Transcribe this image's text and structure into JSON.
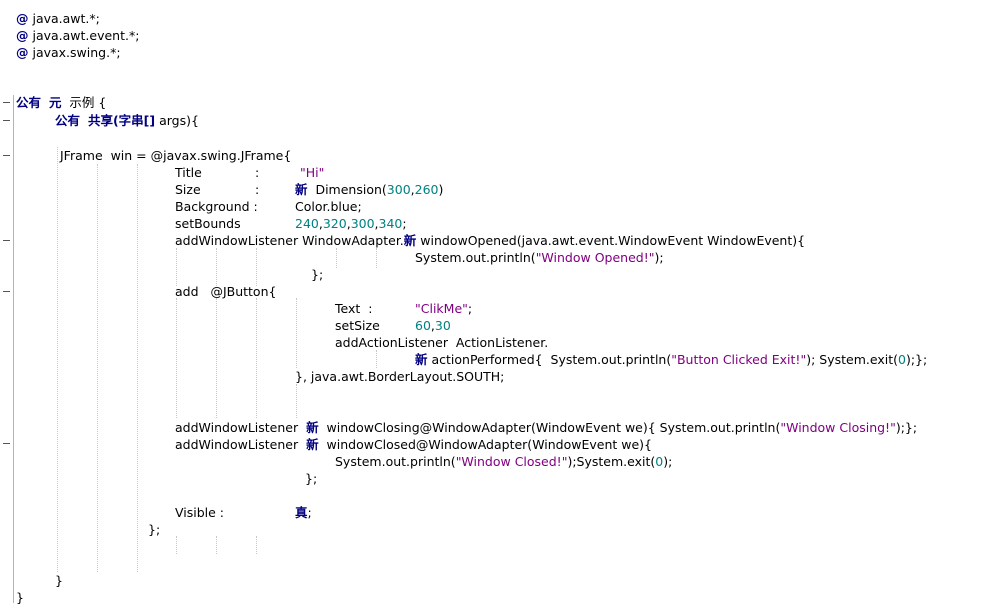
{
  "editor": {
    "lines": [
      {
        "segments": [
          {
            "t": "@",
            "c": "kw"
          },
          {
            "t": " java.awt.*;",
            "c": "plain"
          }
        ]
      },
      {
        "segments": [
          {
            "t": "@",
            "c": "kw"
          },
          {
            "t": " java.awt.event.*;",
            "c": "plain"
          }
        ]
      },
      {
        "segments": [
          {
            "t": "@",
            "c": "kw"
          },
          {
            "t": " javax.swing.*;",
            "c": "plain"
          }
        ]
      },
      {
        "segments": [
          {
            "t": "公有",
            "c": "kw"
          },
          {
            "t": "  ",
            "c": "plain"
          },
          {
            "t": "元",
            "c": "kw"
          },
          {
            "t": "  示例 {",
            "c": "plain"
          }
        ]
      },
      {
        "segments": [
          {
            "t": "公有",
            "c": "kw"
          },
          {
            "t": "  ",
            "c": "plain"
          },
          {
            "t": "共享(字串[]",
            "c": "kw"
          },
          {
            "t": " args){",
            "c": "plain"
          }
        ]
      },
      {
        "segments": [
          {
            "t": "JFrame  win = @javax.swing.JFrame{",
            "c": "plain"
          }
        ]
      },
      {
        "segments": [
          {
            "t": "Title",
            "c": "plain"
          }
        ]
      },
      {
        "segments": [
          {
            "t": ":",
            "c": "plain"
          }
        ]
      },
      {
        "segments": [
          {
            "t": "\"Hi\"",
            "c": "str"
          }
        ]
      },
      {
        "segments": [
          {
            "t": "Size",
            "c": "plain"
          }
        ]
      },
      {
        "segments": [
          {
            "t": ":",
            "c": "plain"
          }
        ]
      },
      {
        "segments": [
          {
            "t": "新",
            "c": "kw"
          },
          {
            "t": "  Dimension(",
            "c": "plain"
          },
          {
            "t": "300",
            "c": "num"
          },
          {
            "t": ",",
            "c": "plain"
          },
          {
            "t": "260",
            "c": "num"
          },
          {
            "t": ")",
            "c": "plain"
          }
        ]
      },
      {
        "segments": [
          {
            "t": "Background :",
            "c": "plain"
          }
        ]
      },
      {
        "segments": [
          {
            "t": "Color.blue;",
            "c": "plain"
          }
        ]
      },
      {
        "segments": [
          {
            "t": "setBounds",
            "c": "plain"
          }
        ]
      },
      {
        "segments": [
          {
            "t": "240",
            "c": "num"
          },
          {
            "t": ",",
            "c": "plain"
          },
          {
            "t": "320",
            "c": "num"
          },
          {
            "t": ",",
            "c": "plain"
          },
          {
            "t": "300",
            "c": "num"
          },
          {
            "t": ",",
            "c": "plain"
          },
          {
            "t": "340",
            "c": "num"
          },
          {
            "t": ";",
            "c": "plain"
          }
        ]
      },
      {
        "segments": [
          {
            "t": "addWindowListener WindowAdapter.",
            "c": "plain"
          },
          {
            "t": "新",
            "c": "kw"
          },
          {
            "t": " windowOpened(java.awt.event.WindowEvent WindowEvent){",
            "c": "plain"
          }
        ]
      },
      {
        "segments": [
          {
            "t": "System.out.println(",
            "c": "plain"
          },
          {
            "t": "\"Window Opened!\"",
            "c": "str"
          },
          {
            "t": ");",
            "c": "plain"
          }
        ]
      },
      {
        "segments": [
          {
            "t": "};",
            "c": "plain"
          }
        ]
      },
      {
        "segments": [
          {
            "t": "add   @JButton{",
            "c": "plain"
          }
        ]
      },
      {
        "segments": [
          {
            "t": "Text  :",
            "c": "plain"
          }
        ]
      },
      {
        "segments": [
          {
            "t": "\"ClikMe\"",
            "c": "str"
          },
          {
            "t": ";",
            "c": "plain"
          }
        ]
      },
      {
        "segments": [
          {
            "t": "setSize",
            "c": "plain"
          }
        ]
      },
      {
        "segments": [
          {
            "t": "60",
            "c": "num"
          },
          {
            "t": ",",
            "c": "plain"
          },
          {
            "t": "30",
            "c": "num"
          }
        ]
      },
      {
        "segments": [
          {
            "t": "addActionListener  ActionListener.",
            "c": "plain"
          }
        ]
      },
      {
        "segments": [
          {
            "t": "新",
            "c": "kw"
          },
          {
            "t": " actionPerformed{  System.out.println(",
            "c": "plain"
          },
          {
            "t": "\"Button Clicked Exit!\"",
            "c": "str"
          },
          {
            "t": "); System.exit(",
            "c": "plain"
          },
          {
            "t": "0",
            "c": "num"
          },
          {
            "t": ");};",
            "c": "plain"
          }
        ]
      },
      {
        "segments": [
          {
            "t": "}, java.awt.BorderLayout.SOUTH;",
            "c": "plain"
          }
        ]
      },
      {
        "segments": [
          {
            "t": "addWindowListener  ",
            "c": "plain"
          },
          {
            "t": "新",
            "c": "kw"
          },
          {
            "t": "  windowClosing@WindowAdapter(WindowEvent we){ System.out.println(",
            "c": "plain"
          },
          {
            "t": "\"Window Closing!\"",
            "c": "str"
          },
          {
            "t": ");};",
            "c": "plain"
          }
        ]
      },
      {
        "segments": [
          {
            "t": "addWindowListener  ",
            "c": "plain"
          },
          {
            "t": "新",
            "c": "kw"
          },
          {
            "t": "  windowClosed@WindowAdapter(WindowEvent we){",
            "c": "plain"
          }
        ]
      },
      {
        "segments": [
          {
            "t": "System.out.println(",
            "c": "plain"
          },
          {
            "t": "\"Window Closed!\"",
            "c": "str"
          },
          {
            "t": ");System.exit(",
            "c": "plain"
          },
          {
            "t": "0",
            "c": "num"
          },
          {
            "t": ");",
            "c": "plain"
          }
        ]
      },
      {
        "segments": [
          {
            "t": "};",
            "c": "plain"
          }
        ]
      },
      {
        "segments": [
          {
            "t": "Visible :",
            "c": "plain"
          }
        ]
      },
      {
        "segments": [
          {
            "t": "真",
            "c": "kw"
          },
          {
            "t": ";",
            "c": "plain"
          }
        ]
      },
      {
        "segments": [
          {
            "t": "};",
            "c": "plain"
          }
        ]
      },
      {
        "segments": [
          {
            "t": "}",
            "c": "plain"
          }
        ]
      },
      {
        "segments": [
          {
            "t": "}",
            "c": "plain"
          }
        ]
      }
    ]
  },
  "colors": {
    "keyword": "#000080",
    "string": "#800080",
    "number": "#008080",
    "text": "#000000",
    "background": "#ffffff"
  }
}
